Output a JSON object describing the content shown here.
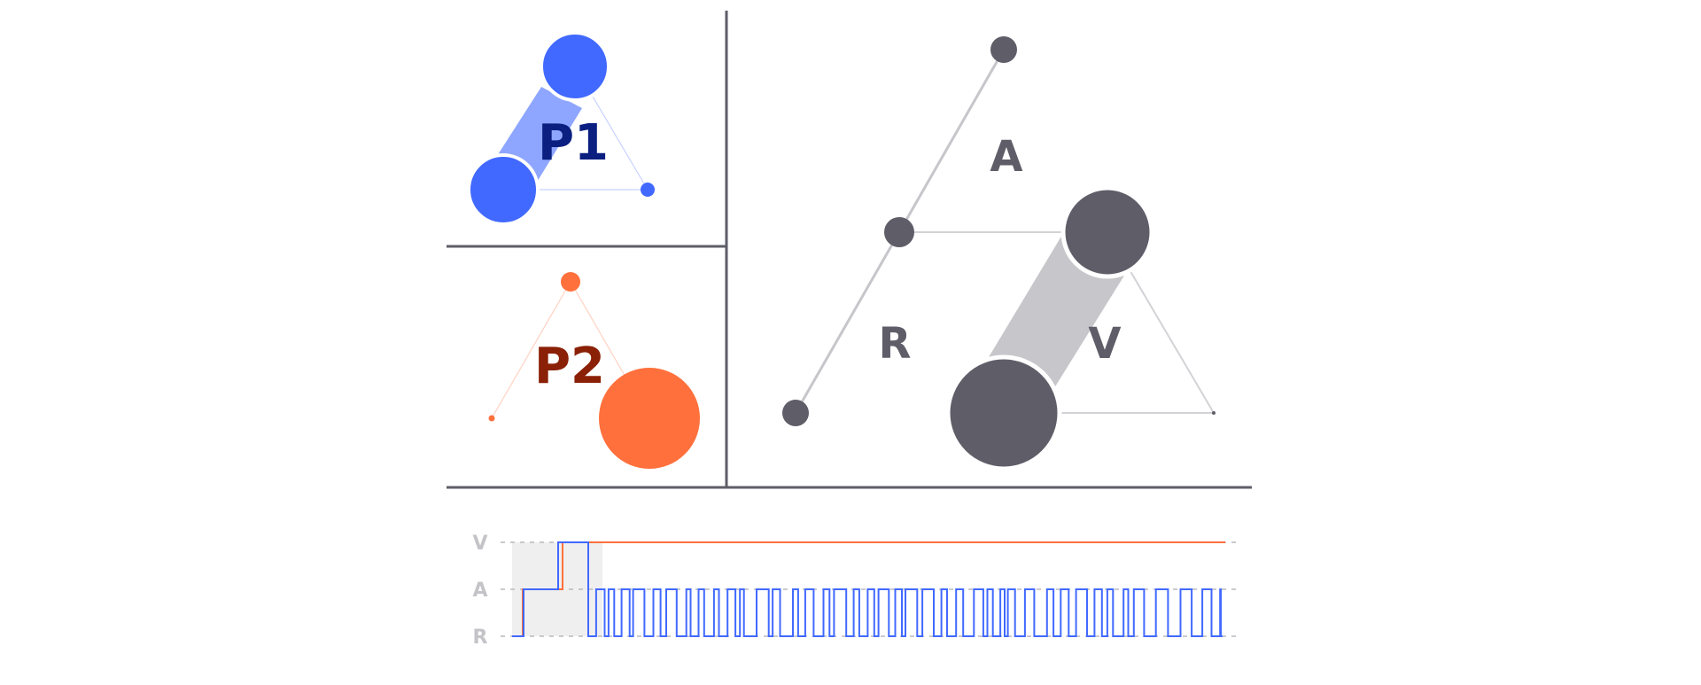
{
  "panels": {
    "p1": {
      "label": "P1",
      "color": "#4169ff",
      "light": "#8ea6ff",
      "text_color": "#0a1f80"
    },
    "p2": {
      "label": "P2",
      "color": "#ff703c",
      "text_color": "#8a2006"
    },
    "main": {
      "labels": {
        "A": "A",
        "R": "R",
        "V": "V"
      },
      "color": "#5e5d68",
      "light": "#c6c6cb"
    }
  },
  "timeline": {
    "y_labels": [
      "V",
      "A",
      "R"
    ],
    "series": [
      {
        "name": "",
        "color": "#ff703c"
      },
      {
        "name": "",
        "color": "#4169ff"
      }
    ]
  }
}
